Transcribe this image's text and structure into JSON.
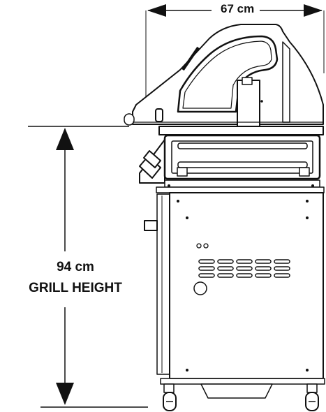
{
  "dimensions": {
    "width_label": "67 cm",
    "height_value": "94 cm",
    "height_caption": "GRILL HEIGHT"
  },
  "colors": {
    "line": "#111111",
    "background": "#ffffff"
  }
}
